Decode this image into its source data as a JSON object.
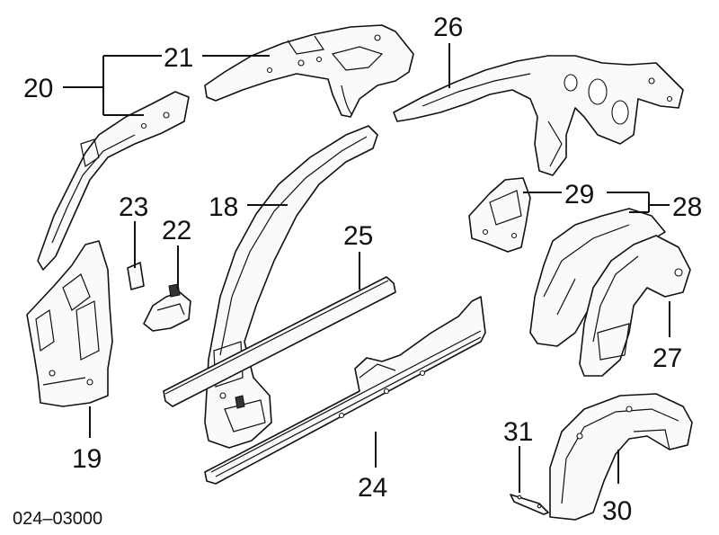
{
  "diagram": {
    "code": "024–03000",
    "callouts": {
      "c18": "18",
      "c19": "19",
      "c20": "20",
      "c21": "21",
      "c22": "22",
      "c23": "23",
      "c24": "24",
      "c25": "25",
      "c26": "26",
      "c27": "27",
      "c28": "28",
      "c29": "29",
      "c30": "30",
      "c31": "31"
    }
  }
}
